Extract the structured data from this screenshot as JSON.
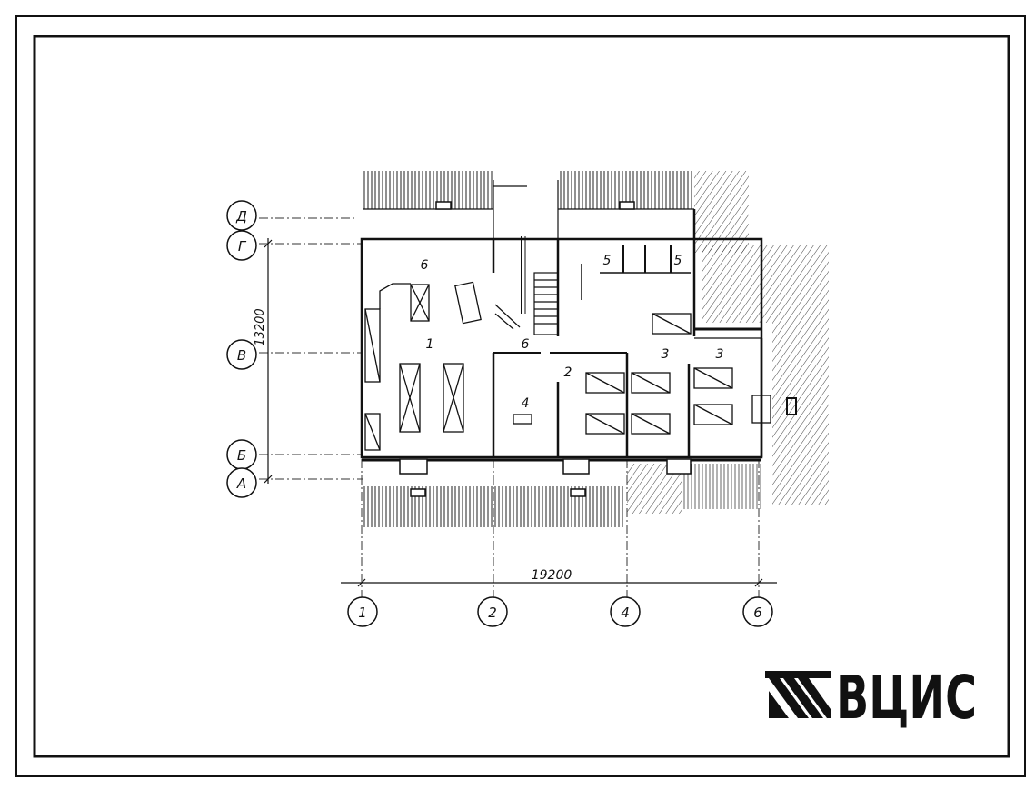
{
  "plan": {
    "dimensions": {
      "width": "19200",
      "height": "13200"
    },
    "axes_x": [
      "1",
      "2",
      "4",
      "6"
    ],
    "axes_y": [
      "Д",
      "Г",
      "В",
      "Б",
      "А"
    ],
    "rooms": [
      "6",
      "1",
      "6",
      "2",
      "3",
      "3",
      "4",
      "5",
      "5"
    ]
  },
  "logo": {
    "text": "ВЦИС"
  },
  "colors": {
    "ink": "#111111",
    "paper": "#ffffff"
  }
}
